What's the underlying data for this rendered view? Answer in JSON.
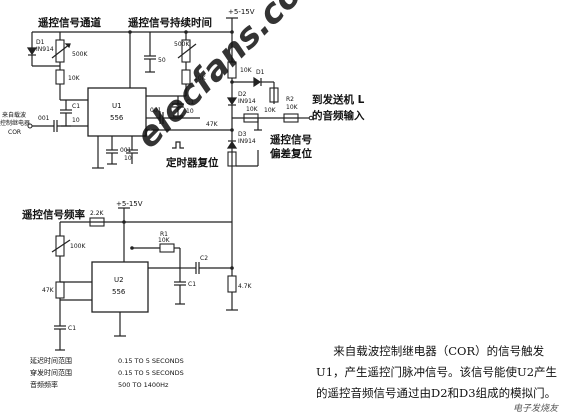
{
  "headings": {
    "delay": "遥控信号通道",
    "duration": "遥控信号持续时间",
    "frequency": "遥控信号频率",
    "timer_reset": "定时器复位",
    "to_transmitter": [
      "到发送机 L",
      "的音频输入"
    ],
    "bias_reset": [
      "遥控信号",
      "偏差复位"
    ],
    "cor_input": [
      "来自载波",
      "控制继电器",
      "COR"
    ]
  },
  "supply": {
    "top": "+5-15V",
    "mid": "+5-15V"
  },
  "components": {
    "d1": "D1",
    "d1_type": "IN914",
    "r_500k_a": "500K",
    "r_10k_a": "10K",
    "c1_label": "C1",
    "c1_value": "10",
    "c_001_in": "001",
    "u1": "U1",
    "u1_type": "556",
    "c_50": "50",
    "r_500k_b": "500K",
    "r_10k_b": "10K",
    "c_c1_b": "C1",
    "c_10_b": "10",
    "c_001_mid": "001",
    "c_001_low": "001",
    "c_10_low": "10",
    "r_10k_c": "10K",
    "r_10k_d": "10K",
    "d1_b": "D1",
    "d2": "D2",
    "d2_type": "IN914",
    "r_10k_e": "10K",
    "r2": "R2",
    "r2_value": "10K",
    "r_47k": "47K",
    "d3": "D3",
    "d3_type": "IN914",
    "r_2_2k": "2.2K",
    "r_100k": "100K",
    "u2": "U2",
    "u2_type": "556",
    "r1": "R1",
    "r1_value": "10K",
    "c_c1_low": "C1",
    "c2": "C2",
    "r_47k_b": "47K",
    "c1_u2": "C1",
    "r_47k_c": "4.7K"
  },
  "ranges": [
    {
      "label": "延迟时间范围",
      "value": "0.15 TO 5 SECONDS"
    },
    {
      "label": "穿发时间范围",
      "value": "0.15 TO 5 SECONDS"
    },
    {
      "label": "音频频率",
      "value": "500 TO 1400Hz"
    }
  ],
  "caption": "来自载波控制继电器（COR）的信号触发U1，产生遥控门脉冲信号。该信号能使U2产生的遥控音频信号通过由D2和D3组成的模拟门。",
  "watermark": "elecfans.com",
  "brand": "电子发烧友"
}
